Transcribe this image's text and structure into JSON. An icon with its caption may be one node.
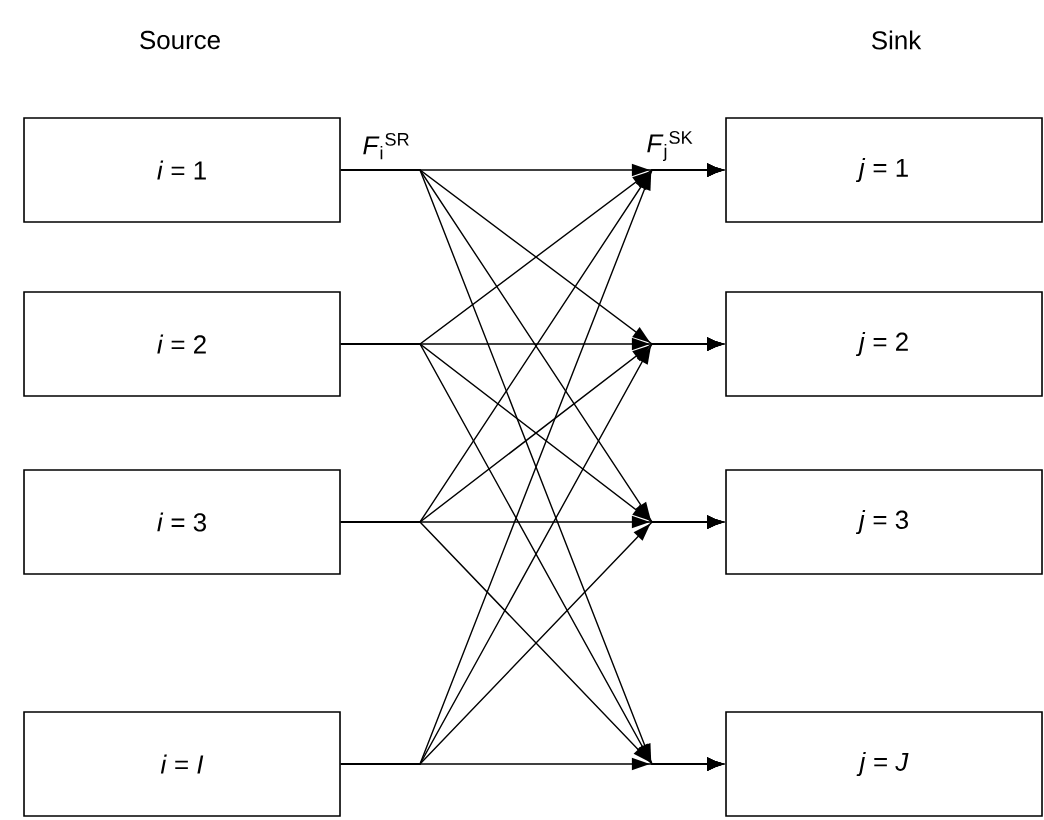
{
  "diagram": {
    "nodes": [
      {
        "text": [
          "*i* = 1"
        ]
      },
      {
        "text": [
          "*i* = 2"
        ]
      },
      {
        "text": [
          "*i* = 3"
        ]
      },
      {
        "text": [
          "*i* = *I*"
        ]
      },
      {
        "text": [
          "*j* = 1"
        ]
      },
      {
        "text": [
          "*j* = 2"
        ]
      },
      {
        "text": [
          "*j* = 3"
        ]
      },
      {
        "text": [
          "*j* = *J*"
        ]
      }
    ],
    "edges": [
      {
        "from": 0,
        "to": 4,
        "arrow": "to"
      },
      {
        "from": 0,
        "to": 5,
        "arrow": "to"
      },
      {
        "from": 0,
        "to": 6,
        "arrow": "to"
      },
      {
        "from": 0,
        "to": 7,
        "arrow": "to"
      },
      {
        "from": 1,
        "to": 4,
        "arrow": "to"
      },
      {
        "from": 1,
        "to": 5,
        "arrow": "to"
      },
      {
        "from": 1,
        "to": 6,
        "arrow": "to"
      },
      {
        "from": 1,
        "to": 7,
        "arrow": "to"
      },
      {
        "from": 2,
        "to": 4,
        "arrow": "to"
      },
      {
        "from": 2,
        "to": 5,
        "arrow": "to"
      },
      {
        "from": 2,
        "to": 6,
        "arrow": "to"
      },
      {
        "from": 2,
        "to": 7,
        "arrow": "to"
      },
      {
        "from": 3,
        "to": 4,
        "arrow": "to"
      },
      {
        "from": 3,
        "to": 5,
        "arrow": "to"
      },
      {
        "from": 3,
        "to": 6,
        "arrow": "to"
      },
      {
        "from": 3,
        "to": 7,
        "arrow": "to"
      }
    ],
    "labels": [
      "Source",
      "Sink",
      "*F*$_{i}$$^{SR}$",
      "*F*$_{j}$$^{SK}$"
    ]
  }
}
